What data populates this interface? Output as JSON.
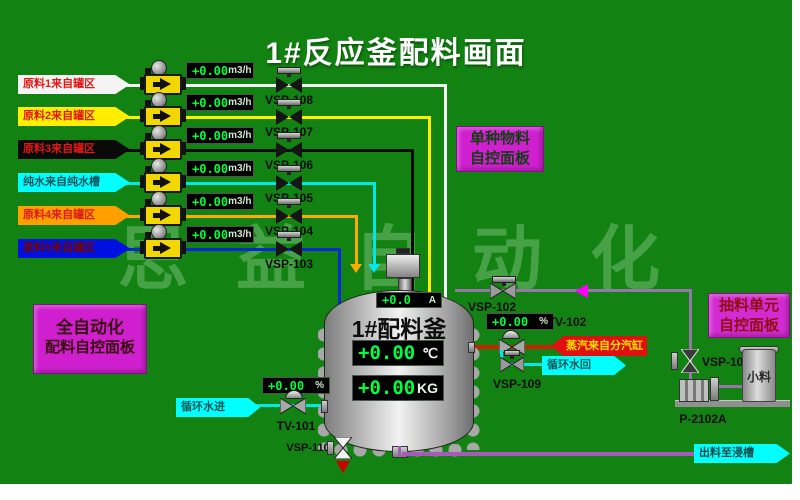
{
  "title": "1#反应釜配料画面",
  "watermark": "思益自动化",
  "colors": {
    "background": "#128212",
    "display_bg": "#000000",
    "display_value": "#00ff3c",
    "display_unit": "#cfe8cf",
    "panel_magenta": "#cf1fcf",
    "suction_line": "#9678a8",
    "discharge_line": "#a85ab8",
    "steam_line": "#cc2200"
  },
  "feeds": [
    {
      "label": "原料1来自罐区",
      "valve": "VSP-108",
      "value": "+0.00",
      "unit": "m3/h",
      "banner_color": "#f4f4f4",
      "label_color": "#e01818",
      "line_color": "#f4f4f4"
    },
    {
      "label": "原料2来自罐区",
      "valve": "VSP-107",
      "value": "+0.00",
      "unit": "m3/h",
      "banner_color": "#ffee00",
      "label_color": "#e01818",
      "line_color": "#ffee00"
    },
    {
      "label": "原料3来自罐区",
      "valve": "VSP-106",
      "value": "+0.00",
      "unit": "m3/h",
      "banner_color": "#0a0a0a",
      "label_color": "#e01818",
      "line_color": "#0a0a0a"
    },
    {
      "label": "纯水来自纯水槽",
      "valve": "VSP-105",
      "value": "+0.00",
      "unit": "m3/h",
      "banner_color": "#00ffff",
      "label_color": "#00555f",
      "line_color": "#00e8e8"
    },
    {
      "label": "原料4来自罐区",
      "valve": "VSP-104",
      "value": "+0.00",
      "unit": "m3/h",
      "banner_color": "#ffa000",
      "label_color": "#e01818",
      "line_color": "#ffaa00"
    },
    {
      "label": "原料5来自罐区",
      "valve": "VSP-103",
      "value": "+0.00",
      "unit": "m3/h",
      "banner_color": "#0010e0",
      "label_color": "#700606",
      "line_color": "#0028d8"
    }
  ],
  "reactor": {
    "name": "1#配料釜",
    "current": {
      "value": "+0.0",
      "unit": "A"
    },
    "temperature": {
      "value": "+0.00",
      "unit": "℃"
    },
    "weight": {
      "value": "+0.00",
      "unit": "KG"
    }
  },
  "panels": {
    "single_material": {
      "line1": "单种物料",
      "line2": "自控面板",
      "bg": "#cf1fcf",
      "text": "#123f12"
    },
    "full_auto": {
      "line1": "全自动化",
      "line2": "配料自控面板",
      "bg": "#cf1fcf",
      "text": "#3a0f0f"
    },
    "extraction": {
      "line1": "抽料单元",
      "line2": "自控面板",
      "bg": "#d42ad4",
      "text": "#8f1010"
    }
  },
  "valves": {
    "vsp101": "VSP-101",
    "vsp102": "VSP-102",
    "vsp109": "VSP-109",
    "vsp110": "VSP-110"
  },
  "control_valves": {
    "tv101": {
      "label": "TV-101",
      "value": "+0.00",
      "unit": "%"
    },
    "tv102": {
      "label": "TV-102",
      "value": "+0.00",
      "unit": "%"
    }
  },
  "streams": {
    "steam_in": {
      "label": "蒸汽来自分汽缸",
      "bg": "#e01010",
      "text": "#ffe000"
    },
    "cooling_return": {
      "label": "循环水回",
      "bg": "#00ffff",
      "text": "#005a5a"
    },
    "cooling_in": {
      "label": "循环水进",
      "bg": "#00ffff",
      "text": "#005a5a"
    },
    "discharge": {
      "label": "出料至浸槽",
      "bg": "#00ffff",
      "text": "#0a4a4a"
    }
  },
  "equipment": {
    "pump": "P-2102A",
    "additive_tank": "小料"
  }
}
